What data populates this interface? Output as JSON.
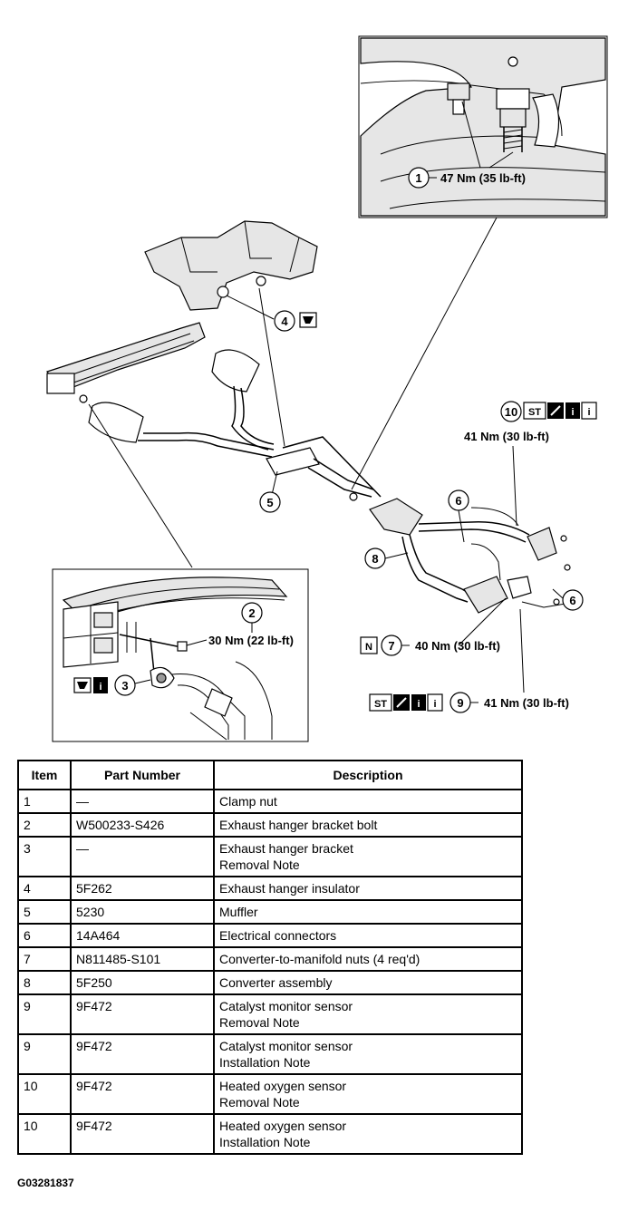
{
  "callouts": [
    {
      "item": "1",
      "text": "47 Nm (35 lb-ft)"
    },
    {
      "item": "2",
      "text": "30 Nm (22 lb-ft)"
    },
    {
      "item": "3",
      "text": ""
    },
    {
      "item": "4",
      "text": ""
    },
    {
      "item": "5",
      "text": ""
    },
    {
      "item": "6",
      "text": ""
    },
    {
      "item": "7",
      "text": "40 Nm (30 lb-ft)"
    },
    {
      "item": "8",
      "text": ""
    },
    {
      "item": "9",
      "text": "41 Nm (30 lb-ft)"
    },
    {
      "item": "10",
      "text": "41 Nm (30 lb-ft)"
    },
    {
      "item": "6",
      "text": ""
    }
  ],
  "symbols": {
    "st": "ST",
    "info": "i",
    "new": "N"
  },
  "table": {
    "headers": [
      "Item",
      "Part Number",
      "Description"
    ],
    "rows": [
      {
        "item": "1",
        "part": "—",
        "desc": "Clamp nut",
        "note": ""
      },
      {
        "item": "2",
        "part": "W500233-S426",
        "desc": "Exhaust hanger bracket bolt",
        "note": ""
      },
      {
        "item": "3",
        "part": "—",
        "desc": "Exhaust hanger bracket",
        "note": "Removal Note"
      },
      {
        "item": "4",
        "part": "5F262",
        "desc": "Exhaust hanger insulator",
        "note": ""
      },
      {
        "item": "5",
        "part": "5230",
        "desc": "Muffler",
        "note": ""
      },
      {
        "item": "6",
        "part": "14A464",
        "desc": "Electrical connectors",
        "note": ""
      },
      {
        "item": "7",
        "part": "N811485-S101",
        "desc": "Converter-to-manifold nuts (4 req'd)",
        "note": ""
      },
      {
        "item": "8",
        "part": "5F250",
        "desc": "Converter assembly",
        "note": ""
      },
      {
        "item": "9",
        "part": "9F472",
        "desc": "Catalyst monitor sensor",
        "note": "Removal Note"
      },
      {
        "item": "9",
        "part": "9F472",
        "desc": "Catalyst monitor sensor",
        "note": "Installation Note"
      },
      {
        "item": "10",
        "part": "9F472",
        "desc": "Heated oxygen sensor",
        "note": "Removal Note"
      },
      {
        "item": "10",
        "part": "9F472",
        "desc": "Heated oxygen sensor",
        "note": "Installation Note"
      }
    ]
  },
  "figure_id": "G03281837"
}
